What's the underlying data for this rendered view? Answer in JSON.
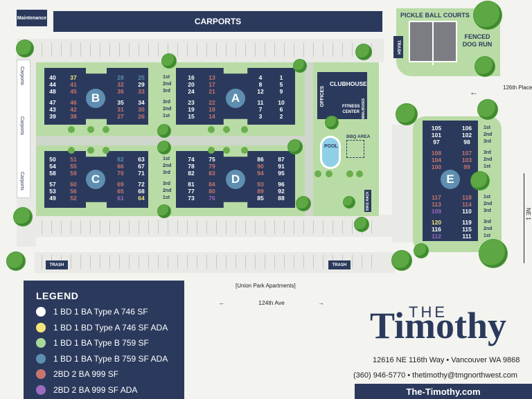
{
  "labels": {
    "maintenance": "Maintenance",
    "carports_top": "CARPORTS",
    "carports_side": "Carports",
    "pickleball": "PICKLE BALL COURTS",
    "fenced_dog_run_1": "FENCED",
    "fenced_dog_run_2": "DOG RUN",
    "trash": "TRASH",
    "clubhouse": "CLUBHOUSE",
    "offices": "OFFICES",
    "fitness_1": "FITNESS",
    "fitness_2": "CENTER",
    "mailboxes": "MAILBOXES",
    "pool": "POOL",
    "bbq": "BBQ AREA",
    "bike_rack": "BIKE RACK",
    "street_126th_place": "126th Place",
    "street_124th_ave": "124th Ave",
    "union_park": "[Union Park Apartments]",
    "right_edge": "NE 1"
  },
  "floors": [
    "1st",
    "2nd",
    "3rd"
  ],
  "buildings": {
    "A": "A",
    "B": "B",
    "C": "C",
    "D": "D",
    "E": "E"
  },
  "legend": {
    "title": "LEGEND",
    "items": [
      {
        "label": "1 BD 1 BA Type A 746 SF",
        "color": "#ffffff"
      },
      {
        "label": "1 BD 1 BD Type A 746 SF ADA",
        "color": "#f3e57a"
      },
      {
        "label": "1 BD 1 BA Type B 759 SF",
        "color": "#a9d99a"
      },
      {
        "label": "1 BD 1 BA Type B 759 SF ADA",
        "color": "#5e8fb0"
      },
      {
        "label": "2BD 2 BA 999 SF",
        "color": "#c9756f"
      },
      {
        "label": "2BD 2 BA 999 SF ADA",
        "color": "#9b6bbf"
      }
    ]
  },
  "brand": {
    "the": "THE",
    "name": "Timothy",
    "address": "12616 NE 116th Way • Vancouver WA 9868",
    "contact": "(360) 946-5770 • thetimothy@tmgnorthwest.com",
    "website": "The-Timothy.com"
  },
  "colors": {
    "navy": "#2b3a5c",
    "white_unit": "#ffffff",
    "yellow_unit": "#f3e57a",
    "green_unit": "#a9d99a",
    "blue_unit": "#5e8fb0",
    "red_unit": "#c9756f",
    "purple_unit": "#9b6bbf"
  },
  "units": {
    "B_left": [
      [
        "40",
        "37"
      ],
      [
        "44",
        "41"
      ],
      [
        "48",
        "45"
      ],
      [
        "47",
        "46"
      ],
      [
        "43",
        "42"
      ],
      [
        "39",
        "38"
      ]
    ],
    "B_right": [
      [
        "28",
        "25"
      ],
      [
        "32",
        "29"
      ],
      [
        "36",
        "33"
      ],
      [
        "35",
        "34"
      ],
      [
        "31",
        "30"
      ],
      [
        "27",
        "26"
      ]
    ],
    "A_left": [
      [
        "16",
        "13"
      ],
      [
        "20",
        "17"
      ],
      [
        "24",
        "21"
      ],
      [
        "23",
        "22"
      ],
      [
        "19",
        "18"
      ],
      [
        "15",
        "14"
      ]
    ],
    "A_right": [
      [
        "4",
        "1"
      ],
      [
        "8",
        "5"
      ],
      [
        "12",
        "9"
      ],
      [
        "11",
        "10"
      ],
      [
        "7",
        "6"
      ],
      [
        "3",
        "2"
      ]
    ],
    "C_left": [
      [
        "50",
        "51"
      ],
      [
        "54",
        "55"
      ],
      [
        "58",
        "59"
      ],
      [
        "57",
        "60"
      ],
      [
        "53",
        "56"
      ],
      [
        "49",
        "52"
      ]
    ],
    "C_right": [
      [
        "62",
        "63"
      ],
      [
        "66",
        "67"
      ],
      [
        "70",
        "71"
      ],
      [
        "69",
        "72"
      ],
      [
        "65",
        "68"
      ],
      [
        "61",
        "64"
      ]
    ],
    "D_left": [
      [
        "74",
        "75"
      ],
      [
        "78",
        "79"
      ],
      [
        "82",
        "83"
      ],
      [
        "81",
        "84"
      ],
      [
        "77",
        "80"
      ],
      [
        "73",
        "76"
      ]
    ],
    "D_right": [
      [
        "86",
        "87"
      ],
      [
        "90",
        "91"
      ],
      [
        "94",
        "95"
      ],
      [
        "93",
        "96"
      ],
      [
        "89",
        "92"
      ],
      [
        "85",
        "88"
      ]
    ],
    "E_top": [
      [
        "105",
        "106"
      ],
      [
        "101",
        "102"
      ],
      [
        "97",
        "98"
      ],
      [
        "108",
        "107"
      ],
      [
        "104",
        "103"
      ],
      [
        "100",
        "99"
      ]
    ],
    "E_bottom": [
      [
        "117",
        "118"
      ],
      [
        "113",
        "114"
      ],
      [
        "109",
        "110"
      ],
      [
        "120",
        "119"
      ],
      [
        "116",
        "115"
      ],
      [
        "112",
        "111"
      ]
    ]
  }
}
